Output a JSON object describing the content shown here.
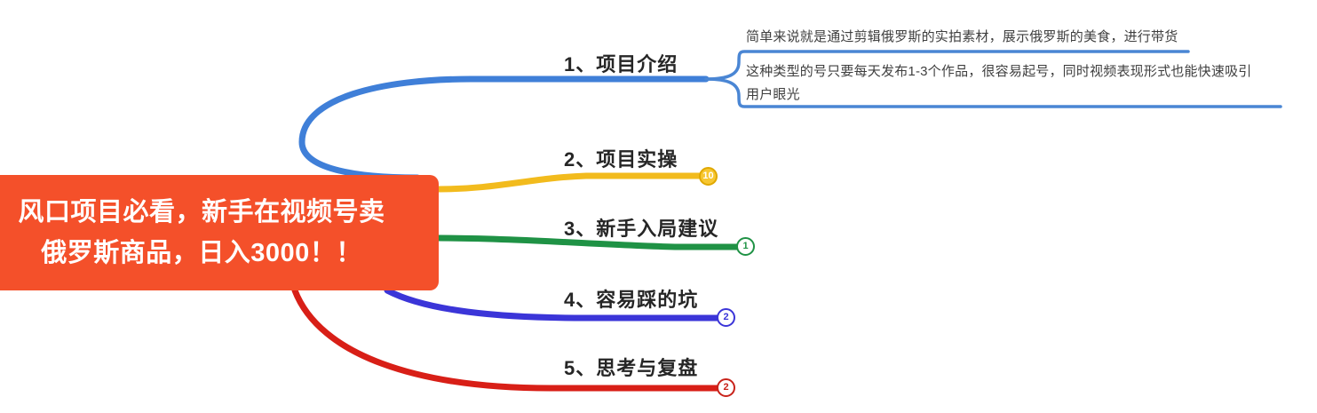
{
  "mindmap": {
    "root": {
      "line1": "风口项目必看，新手在视频号卖",
      "line2": "俄罗斯商品，日入3000！！",
      "color": "#f4502a"
    },
    "branches": [
      {
        "label": "1、项目介绍",
        "color": "#3f7fd8",
        "badge": null
      },
      {
        "label": "2、项目实操",
        "color": "#f2bb1d",
        "badge": "10"
      },
      {
        "label": "3、新手入局建议",
        "color": "#1f9245",
        "badge": "1"
      },
      {
        "label": "4、容易踩的坑",
        "color": "#3b35d8",
        "badge": "2"
      },
      {
        "label": "5、思考与复盘",
        "color": "#d81f17",
        "badge": "2"
      }
    ],
    "subnodes": [
      {
        "text": "简单来说就是通过剪辑俄罗斯的实拍素材，展示俄罗斯的美食，进行带货",
        "color": "#4a86d4"
      },
      {
        "text_line1": "这种类型的号只要每天发布1-3个作品，很容易起号，同时视频表现形式也能快速吸引",
        "text_line2": "用户眼光",
        "color": "#4a86d4"
      }
    ]
  }
}
